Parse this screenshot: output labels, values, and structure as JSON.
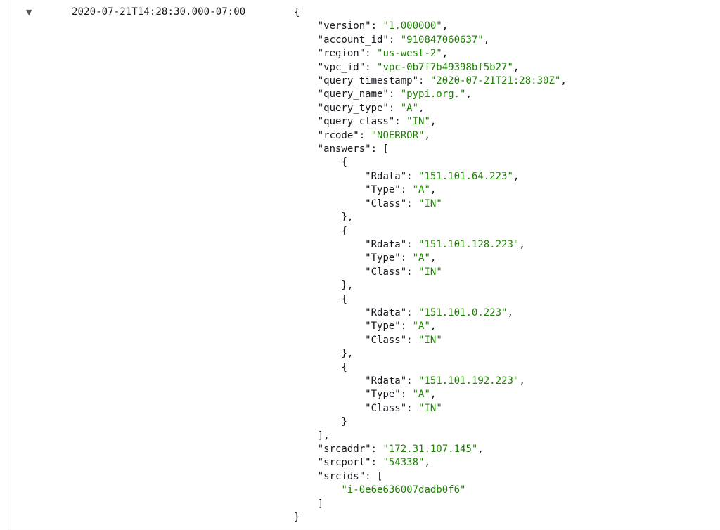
{
  "log_event": {
    "expand_icon": "caret-down-icon",
    "timestamp": "2020-07-21T14:28:30.000-07:00",
    "message": {
      "version": "1.000000",
      "account_id": "910847060637",
      "region": "us-west-2",
      "vpc_id": "vpc-0b7f7b49398bf5b27",
      "query_timestamp": "2020-07-21T21:28:30Z",
      "query_name": "pypi.org.",
      "query_type": "A",
      "query_class": "IN",
      "rcode": "NOERROR",
      "answers": [
        {
          "Rdata": "151.101.64.223",
          "Type": "A",
          "Class": "IN"
        },
        {
          "Rdata": "151.101.128.223",
          "Type": "A",
          "Class": "IN"
        },
        {
          "Rdata": "151.101.0.223",
          "Type": "A",
          "Class": "IN"
        },
        {
          "Rdata": "151.101.192.223",
          "Type": "A",
          "Class": "IN"
        }
      ],
      "srcaddr": "172.31.107.145",
      "srcport": "54338",
      "srcids": [
        "i-0e6e636007dadb0f6"
      ]
    }
  },
  "colors": {
    "key": "#16191f",
    "string": "#1d8102",
    "muted": "#545b64"
  }
}
